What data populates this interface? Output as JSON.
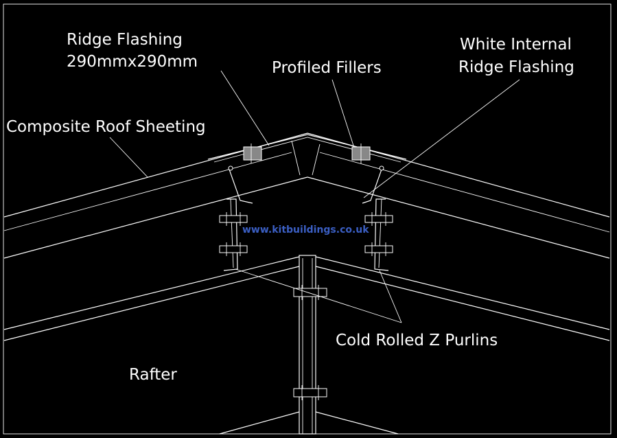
{
  "labels": {
    "ridge_flashing_line1": "Ridge Flashing",
    "ridge_flashing_line2": "290mmx290mm",
    "profiled_fillers": "Profiled Fillers",
    "white_internal_line1": "White Internal",
    "white_internal_line2": "Ridge Flashing",
    "composite_roof": "Composite Roof Sheeting",
    "z_purlins": "Cold Rolled Z Purlins",
    "rafter": "Rafter"
  },
  "watermark": "www.kitbuildings.co.uk",
  "colors": {
    "background": "#000000",
    "lines": "#ffffff",
    "watermark": "#3b5fc4"
  }
}
